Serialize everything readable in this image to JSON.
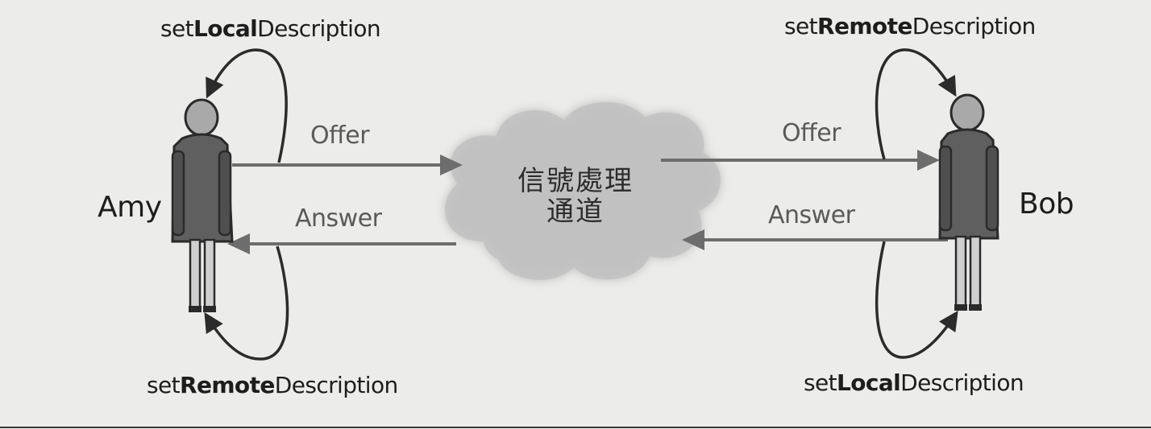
{
  "actors": {
    "left": "Amy",
    "right": "Bob"
  },
  "signal_channel": {
    "line1": "信號處理",
    "line2": "通道"
  },
  "messages": {
    "left_offer": "Offer",
    "left_answer": "Answer",
    "right_offer": "Offer",
    "right_answer": "Answer"
  },
  "methods": {
    "amy_top": {
      "prefix": "set",
      "emphasis": "Local",
      "suffix": "Description"
    },
    "amy_bottom": {
      "prefix": "set",
      "emphasis": "Remote",
      "suffix": "Description"
    },
    "bob_top": {
      "prefix": "set",
      "emphasis": "Remote",
      "suffix": "Description"
    },
    "bob_bottom": {
      "prefix": "set",
      "emphasis": "Local",
      "suffix": "Description"
    }
  },
  "colors": {
    "background": "#ececea",
    "person_body": "#5f5f5f",
    "person_head": "#a9a9a9",
    "message_arrow": "#6d6d6d",
    "loop_arrow": "#2b2b2b",
    "cloud": "#b9b9b9"
  }
}
